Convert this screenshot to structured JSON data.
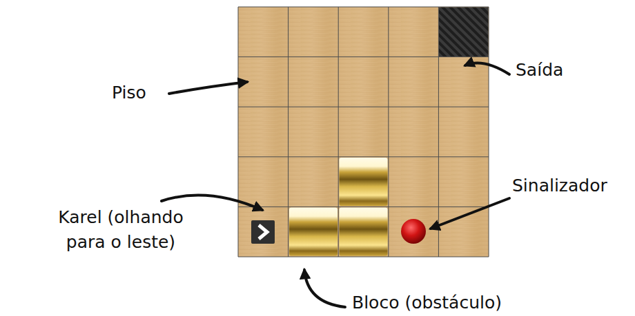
{
  "diagram": {
    "labels": [
      "Saída",
      "Piso",
      "Sinalizador",
      "Karel (olhando para o leste)",
      "Bloco (obstáculo)"
    ]
  }
}
